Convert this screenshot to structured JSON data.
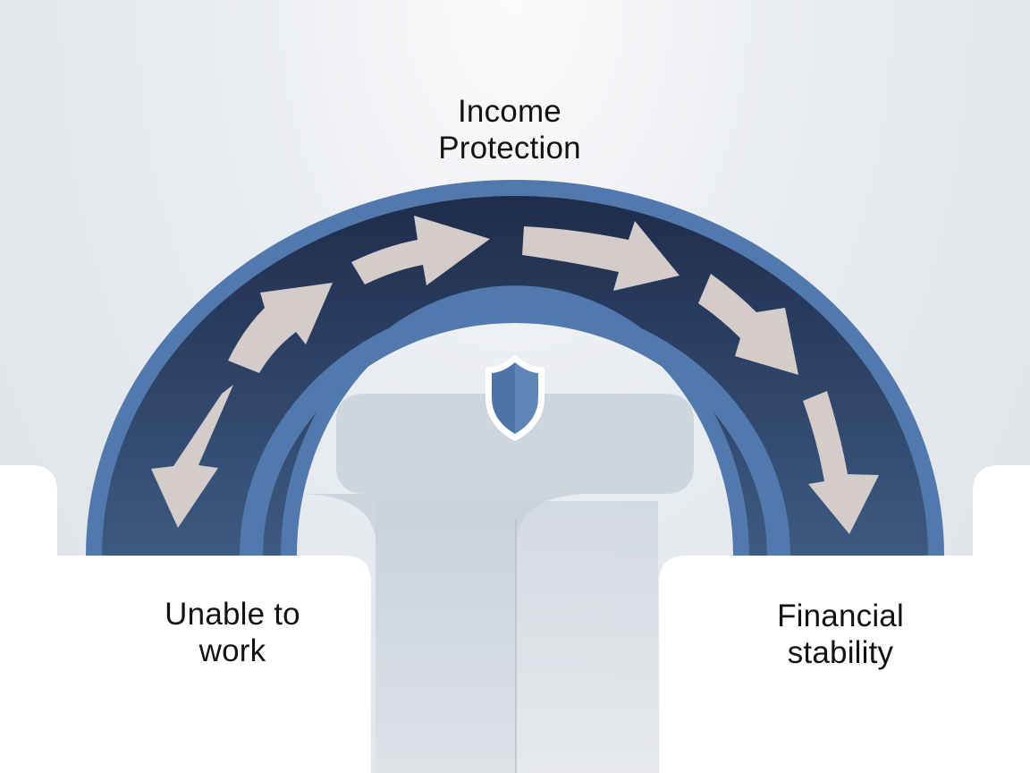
{
  "title": {
    "line1": "Income",
    "line2": "Protection"
  },
  "left_bank": {
    "line1": "Unable to",
    "line2": "work"
  },
  "right_bank": {
    "line1": "Financial",
    "line2": "stability"
  },
  "icons": {
    "center": "shield-icon",
    "flow": "arrow-icon"
  },
  "colors": {
    "arch_outer": "#5279ad",
    "arch_inner": "#26365a",
    "arrow_fill": "#d4ccca",
    "shield": "#5279ad",
    "bank": "#ffffff",
    "background": "#e6e9ed"
  }
}
